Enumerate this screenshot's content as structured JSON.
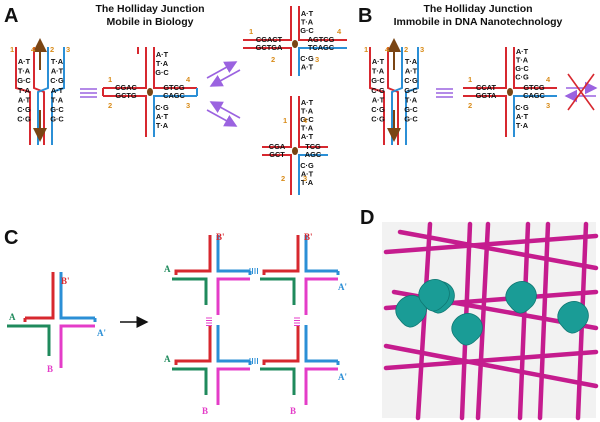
{
  "panels": {
    "a": {
      "letter": "A",
      "title_line1": "The Holliday Junction",
      "title_line2": "Mobile in Biology",
      "open_pairs": [
        "A·T",
        "T·A",
        "G·C",
        "T·A",
        "A·T",
        "C·G",
        "C·G"
      ],
      "open_pairs_right": [
        "T·A",
        "A·T",
        "C·G",
        "A·T",
        "T·A",
        "G·C",
        "G·C"
      ],
      "cross_top": [
        "A·T",
        "T·A",
        "G·C"
      ],
      "cross_left": [
        "CGAC",
        "GCTG"
      ],
      "cross_right": [
        "GTCG",
        "CAGC"
      ],
      "cross_bottom": [
        "C·G",
        "A·T",
        "T·A"
      ],
      "top_right_top": [
        "A·T",
        "T·A",
        "G·C"
      ],
      "top_right_left": [
        "CGACT",
        "GCTGA"
      ],
      "top_right_right": [
        "AGTCG",
        "TCAGC"
      ],
      "top_right_bottom": [
        "C·G",
        "A·T"
      ],
      "bottom_right_top": [
        "A·T",
        "T·A",
        "G·C",
        "T·A",
        "A·T"
      ],
      "bottom_right_left": [
        "CGA",
        "GCT"
      ],
      "bottom_right_right": [
        "TCG",
        "AGC"
      ],
      "bottom_right_bottom": [
        "C·G",
        "A·T",
        "T·A"
      ]
    },
    "b": {
      "letter": "B",
      "title_line1": "The Holliday Junction",
      "title_line2": "Immobile in DNA Nanotechnology",
      "open_pairs": [
        "A·T",
        "T·A",
        "G·C",
        "C·G",
        "A·T",
        "C·G",
        "C·G"
      ],
      "open_pairs_right": [
        "T·A",
        "A·T",
        "C·G",
        "G·C",
        "T·A",
        "G·C",
        "G·C"
      ],
      "cross_top": [
        "A·T",
        "T·A",
        "G·C",
        "C·G"
      ],
      "cross_left": [
        "CCAT",
        "GGTA"
      ],
      "cross_right": [
        "GTCG",
        "CAGC"
      ],
      "cross_bottom": [
        "C·G",
        "A·T",
        "T·A"
      ]
    },
    "c": {
      "letter": "C",
      "labels": {
        "a": "A",
        "a_prime": "A'",
        "b": "B",
        "b_prime": "B'"
      }
    },
    "d": {
      "letter": "D"
    }
  },
  "arm_numbers": [
    "1",
    "2",
    "3",
    "4"
  ],
  "colors": {
    "red": "#d7282f",
    "blue": "#2b8fd6",
    "green": "#1f8a5c",
    "magenta": "#e43cc8",
    "purple_arrow": "#9b63e0",
    "brown": "#7a4514",
    "orange": "#d98c1a",
    "lattice_rod": "#c51c8e",
    "lattice_blob": "#1a9c96",
    "lattice_bg": "#f2f2f2"
  }
}
